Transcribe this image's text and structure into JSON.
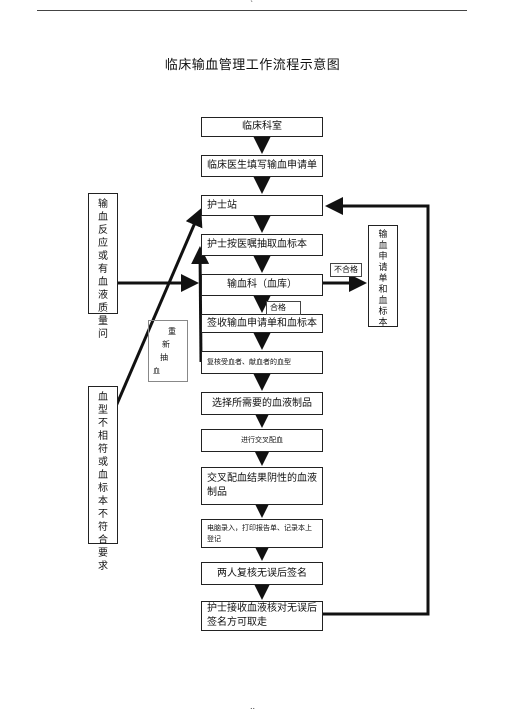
{
  "title": "临床输血管理工作流程示意图",
  "boxes": {
    "clinical_dept": "临床科室",
    "doctor_fill": "临床医生填写输血申请单",
    "nurse_station": "护士站",
    "nurse_draw": "护士按医嘱抽取血标本",
    "blood_bank": "输血科（血库）",
    "sign_receive": "签收输血申请单和血标本",
    "recheck": "复核受血者、献血者的血型",
    "select_product": "选择所需要的血液制品",
    "crossmatch": "进行交叉配血",
    "crossmatch_result": "交叉配血结果阴性的血液制品",
    "computer_entry": "电脑录入，打印报告单、记录本上登记",
    "two_person_check": "两人复核无误后签名",
    "nurse_collect": "护士接收血液核对无误后签名方可取走"
  },
  "side": {
    "left_top": [
      "输",
      "血",
      "反",
      "应",
      "或",
      "有",
      "血",
      "液",
      "质",
      "量",
      "问"
    ],
    "left_bottom": [
      "血",
      "型",
      "不",
      "相",
      "符",
      "或",
      "血",
      "标",
      "本",
      "不",
      "符",
      "合",
      "要",
      "求"
    ],
    "redraw": [
      "重",
      "新",
      "抽",
      "血"
    ],
    "right": [
      "输",
      "血",
      "申",
      "请",
      "单",
      "和",
      "血",
      "标",
      "本"
    ]
  },
  "labels": {
    "unqualified": "不合格",
    "qualified": "合格"
  },
  "page_top_mark": "`",
  "page_bottom_mark": "..",
  "edges": [
    {
      "from": "临床科室",
      "to": "临床医生填写输血申请单"
    },
    {
      "from": "临床医生填写输血申请单",
      "to": "护士站"
    },
    {
      "from": "护士站",
      "to": "护士按医嘱抽取血标本"
    },
    {
      "from": "护士按医嘱抽取血标本",
      "to": "输血科（血库）"
    },
    {
      "from": "输血科（血库）",
      "to": "签收输血申请单和血标本",
      "label": "合格"
    },
    {
      "from": "签收输血申请单和血标本",
      "to": "复核受血者、献血者的血型"
    },
    {
      "from": "复核受血者、献血者的血型",
      "to": "选择所需要的血液制品"
    },
    {
      "from": "选择所需要的血液制品",
      "to": "进行交叉配血"
    },
    {
      "from": "进行交叉配血",
      "to": "交叉配血结果阴性的血液制品"
    },
    {
      "from": "交叉配血结果阴性的血液制品",
      "to": "电脑录入，打印报告单、记录本上登记"
    },
    {
      "from": "电脑录入，打印报告单、记录本上登记",
      "to": "两人复核无误后签名"
    },
    {
      "from": "两人复核无误后签名",
      "to": "护士接收血液核对无误后签名方可取走"
    },
    {
      "from": "输血科（血库）",
      "to": "输血申请单和血标本",
      "label": "不合格"
    },
    {
      "from": "输血反应或有血液质量问",
      "to": "输血科（血库）"
    },
    {
      "from": "复核受血者、献血者的血型",
      "to": "护士按医嘱抽取血标本",
      "label": "重新抽血"
    },
    {
      "from": "血型不相符或血标本不符合要求",
      "to": "护士站"
    },
    {
      "from": "护士接收血液核对无误后签名方可取走",
      "to": "护士站"
    }
  ]
}
